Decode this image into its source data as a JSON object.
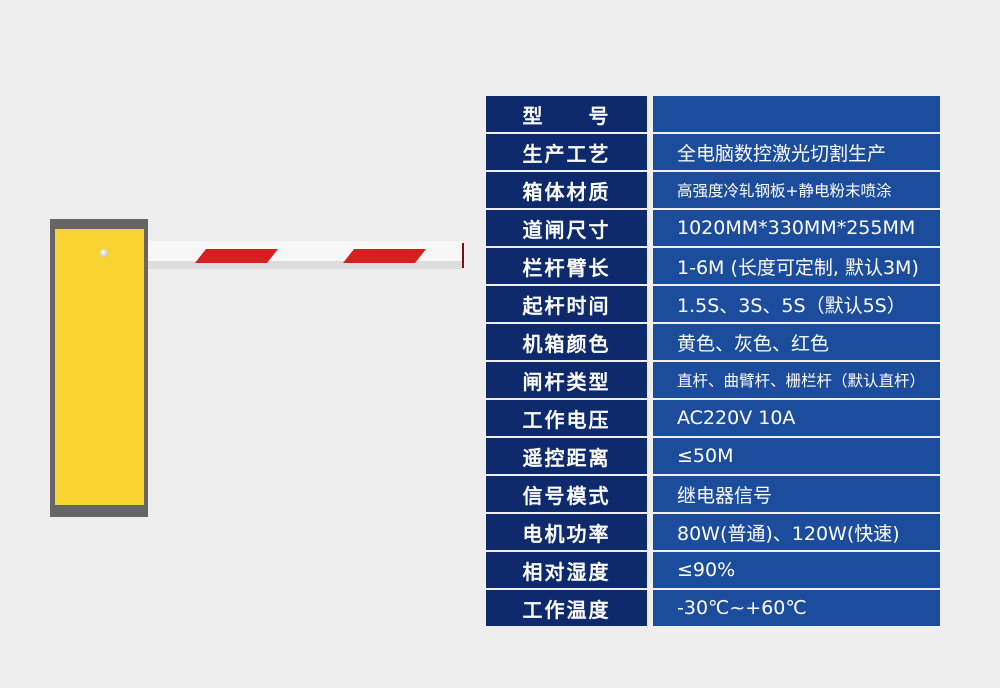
{
  "colors": {
    "label_bg": "#0e2a6c",
    "value_bg": "#1c4c9c",
    "cabinet": "#f6d331",
    "stripe": "#d42020"
  },
  "specs": [
    {
      "label": "型　　号",
      "value": ""
    },
    {
      "label": "生产工艺",
      "value": "全电脑数控激光切割生产"
    },
    {
      "label": "箱体材质",
      "value": "高强度冷轧钢板+静电粉末喷涂"
    },
    {
      "label": "道闸尺寸",
      "value": "1020MM*330MM*255MM"
    },
    {
      "label": "栏杆臂长",
      "value": "1-6M (长度可定制, 默认3M)"
    },
    {
      "label": "起杆时间",
      "value": "1.5S、3S、5S（默认5S）"
    },
    {
      "label": "机箱颜色",
      "value": "黄色、灰色、红色"
    },
    {
      "label": "闸杆类型",
      "value": "直杆、曲臂杆、栅栏杆（默认直杆）"
    },
    {
      "label": "工作电压",
      "value": "AC220V   10A"
    },
    {
      "label": "遥控距离",
      "value": "≤50M"
    },
    {
      "label": "信号模式",
      "value": "继电器信号"
    },
    {
      "label": "电机功率",
      "value": "80W(普通)、120W(快速)"
    },
    {
      "label": "相对湿度",
      "value": "≤90%"
    },
    {
      "label": "工作温度",
      "value": "-30℃~+60℃"
    }
  ]
}
